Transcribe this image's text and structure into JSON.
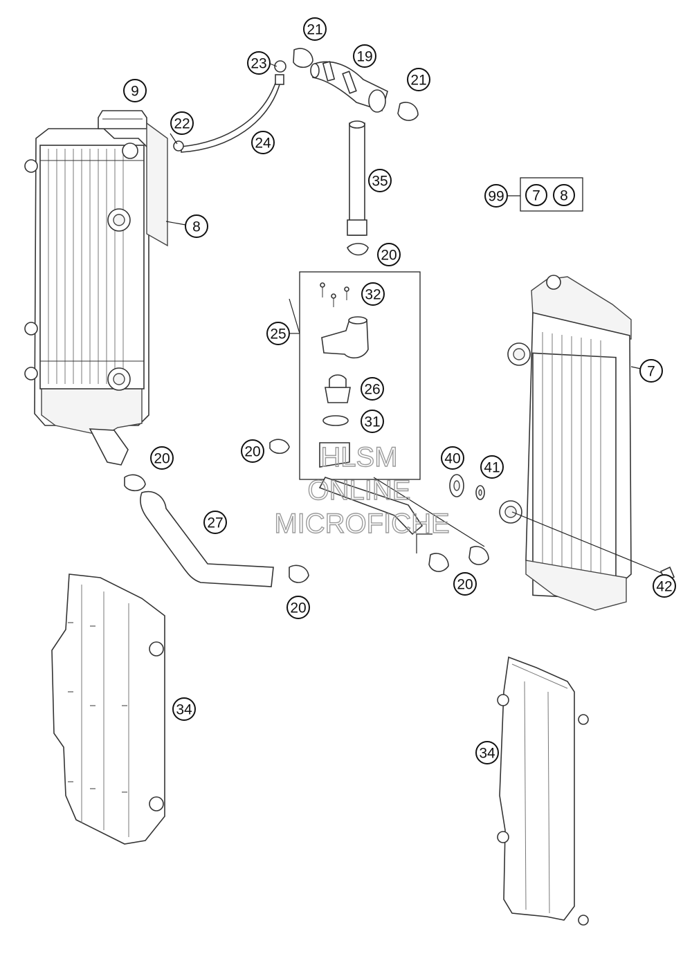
{
  "callouts": {
    "c9": "9",
    "c8": "8",
    "c22": "22",
    "c23": "23",
    "c24": "24",
    "c21a": "21",
    "c19": "19",
    "c21b": "21",
    "c35": "35",
    "c20a": "20",
    "c32": "32",
    "c25": "25",
    "c26": "26",
    "c31": "31",
    "c20b": "20",
    "c20c": "20",
    "c27": "27",
    "c20d": "20",
    "c20e": "20",
    "c40": "40",
    "c41": "41",
    "c7": "7",
    "c42": "42",
    "c34a": "34",
    "c34b": "34"
  },
  "kit": {
    "number": "99",
    "item1": "7",
    "item2": "8"
  },
  "watermark": {
    "line1": "HLSM",
    "line2": "ONLINE",
    "line3": "MICROFICHE"
  }
}
